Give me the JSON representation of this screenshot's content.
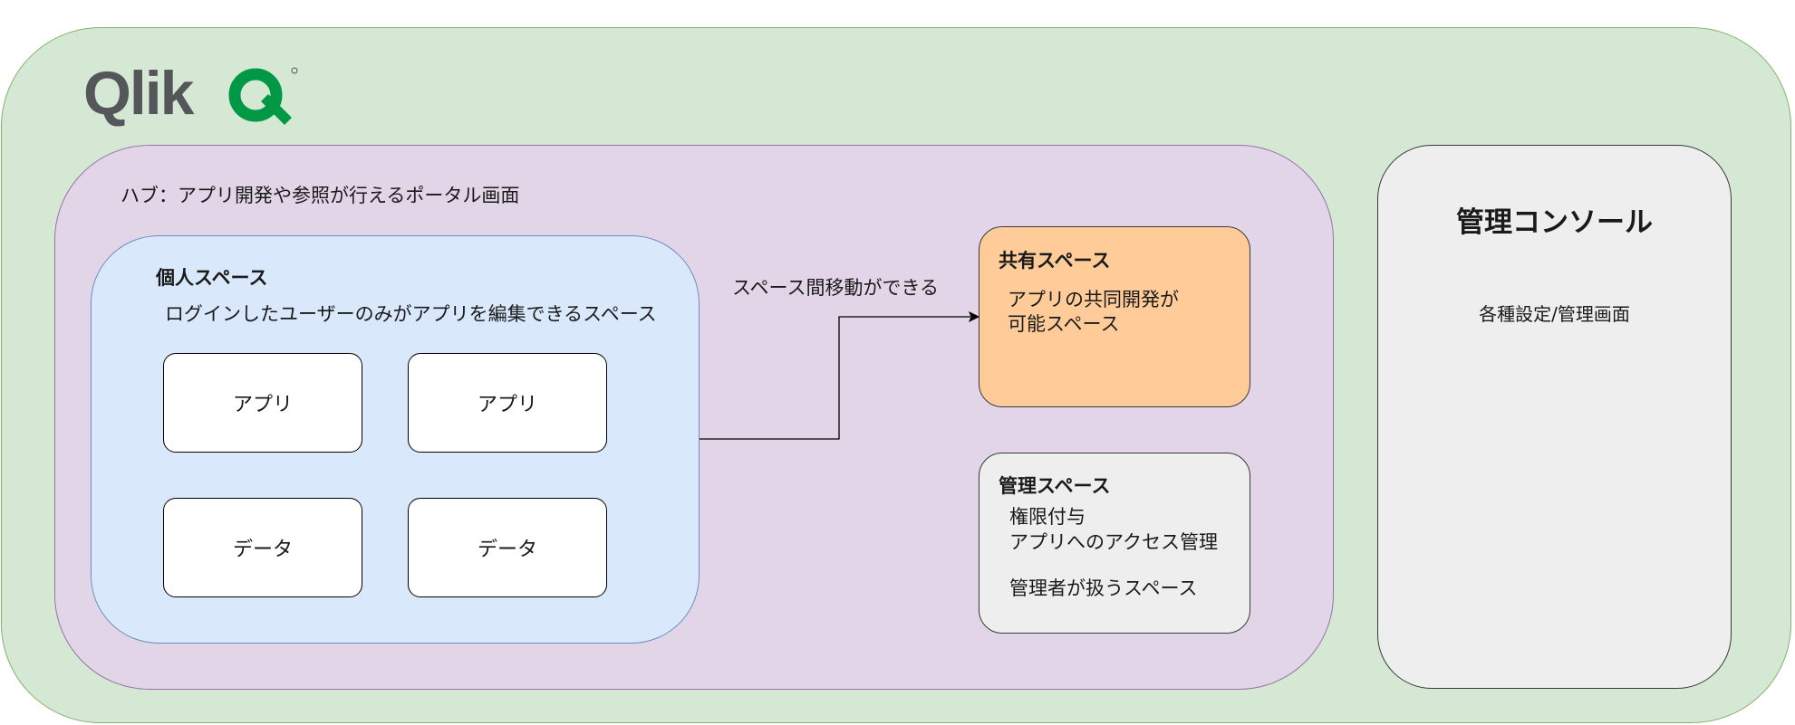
{
  "logo": {
    "text": "Qlik"
  },
  "colors": {
    "outer_fill": "#d5e8d4",
    "hub_fill": "#e1d5e7",
    "personal_fill": "#dae8fc",
    "shared_fill": "#ffcc99",
    "admin_fill": "#eeeeee",
    "console_fill": "#eeeeee",
    "qlik_green": "#009845",
    "qlik_gray": "#54565a"
  },
  "hub": {
    "title": "ハブ：アプリ開発や参照が行えるポータル画面"
  },
  "personal_space": {
    "title": "個人スペース",
    "description": "ログインしたユーザーのみがアプリを編集できるスペース",
    "items": [
      "アプリ",
      "アプリ",
      "データ",
      "データ"
    ]
  },
  "connector": {
    "label": "スペース間移動ができる"
  },
  "shared_space": {
    "title": "共有スペース",
    "description_lines": [
      "アプリの共同開発が",
      "可能スペース"
    ]
  },
  "admin_space": {
    "title": "管理スペース",
    "description_lines": [
      "権限付与",
      "アプリへのアクセス管理"
    ],
    "note": "管理者が扱うスペース"
  },
  "console": {
    "title": "管理コンソール",
    "description": "各種設定/管理画面"
  }
}
